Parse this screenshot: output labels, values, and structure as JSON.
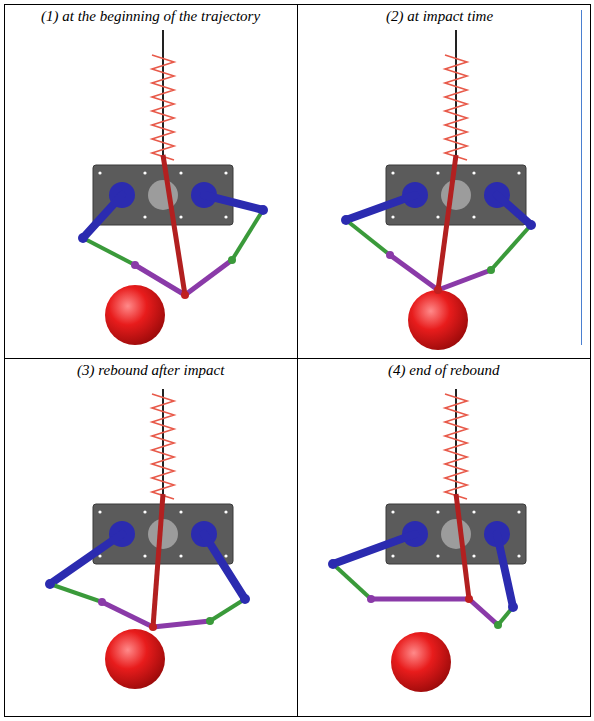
{
  "diagram": {
    "labels": [
      "(1) at the beginning of the trajectory",
      "(2) at impact time",
      "(3) rebound after impact",
      "(4) end of rebound"
    ]
  }
}
